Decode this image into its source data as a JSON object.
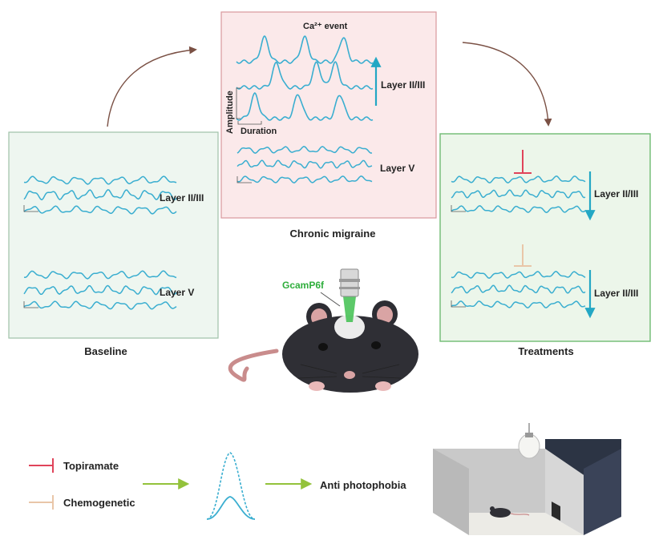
{
  "panels": {
    "baseline": {
      "caption": "Baseline",
      "layer_top": "Layer  II/III",
      "layer_bottom": "Layer  V"
    },
    "chronic": {
      "caption": "Chronic migraine",
      "event_label": "Ca²⁺ event",
      "amplitude_label": "Amplitude",
      "duration_label": "Duration",
      "layer_top": "Layer  II/III",
      "layer_bottom": "Layer  V"
    },
    "treatments": {
      "caption": "Treatments",
      "layer_top": "Layer  II/III",
      "layer_bottom": "Layer  II/III"
    }
  },
  "mouse": {
    "sensor_label": "GcamP6f"
  },
  "legend": {
    "topiramate": "Topiramate",
    "chemogenetic": "Chemogenetic",
    "outcome": "Anti photophobia"
  },
  "colors": {
    "trace": "#3aaed0",
    "baseline_bg": "#eef6f0",
    "baseline_border": "#9fc2a8",
    "chronic_bg": "#fbe9ea",
    "chronic_border": "#d9989c",
    "treat_bg": "#ecf6ea",
    "treat_border": "#6fbb72",
    "topiramate": "#e0435a",
    "chemogenetic": "#e9c6a8",
    "flow_arrow": "#7a5044",
    "green_arrow": "#93c23b",
    "up_arrow": "#23a7c4"
  }
}
